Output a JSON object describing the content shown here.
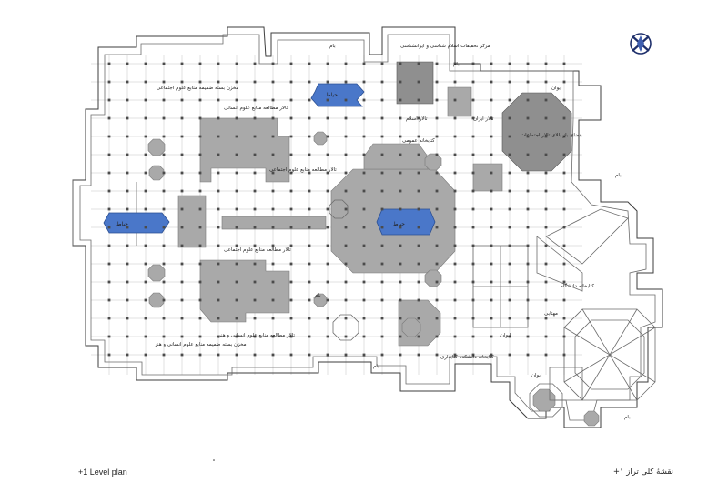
{
  "plan": {
    "caption_en": "+1 Level plan",
    "caption_fa": "نقشهٔ کلی تراز ۱+",
    "labels": {
      "storage_west": "مخزن بسته ضمیمه منابع علوم اجتماعی",
      "hall_north": "تالار مطالعه منابع علوم انسانی",
      "reading_social": "تالار مطالعه منابع علوم اجتماعی",
      "reading_social_2": "تالار مطالعه منابع علوم اجتماعی",
      "reading_humanities": "تالار مطالعه منابع علوم انسانی و هنر",
      "storage_humanities": "مخزن بسته ضمیمه منابع علوم انسانی و هنر",
      "iranology_center": "مرکز تحقیقات اسلام شناسی و ایرانشناسی",
      "hall_islam": "تالار اسلام",
      "hall_iran": "تالار ایران",
      "public_library": "کتابخانه عمومی",
      "open_space": "فضای باز بالای تالار اجتماعات",
      "roof_1": "بام",
      "roof_2": "بام",
      "roof_3": "بام",
      "roof_4": "بام",
      "roof_5": "بام",
      "roof_6": "بام",
      "void_1": "حیاط",
      "void_2": "حیاط",
      "void_3": "حیاط",
      "porch_1": "ایوان",
      "porch_2": "ایوان",
      "porch_3": "ایوان",
      "faculty_library": "کتابخانه دانشکده کتابداری",
      "university_library": "کتابخانه دانشگاه",
      "terrace": "مهتابی"
    },
    "icons": {
      "north_arrow": "north-arrow-icon"
    },
    "colors": {
      "courtyard_blue": "#4a77c9",
      "hall_gray": "#a9a9a9"
    }
  }
}
